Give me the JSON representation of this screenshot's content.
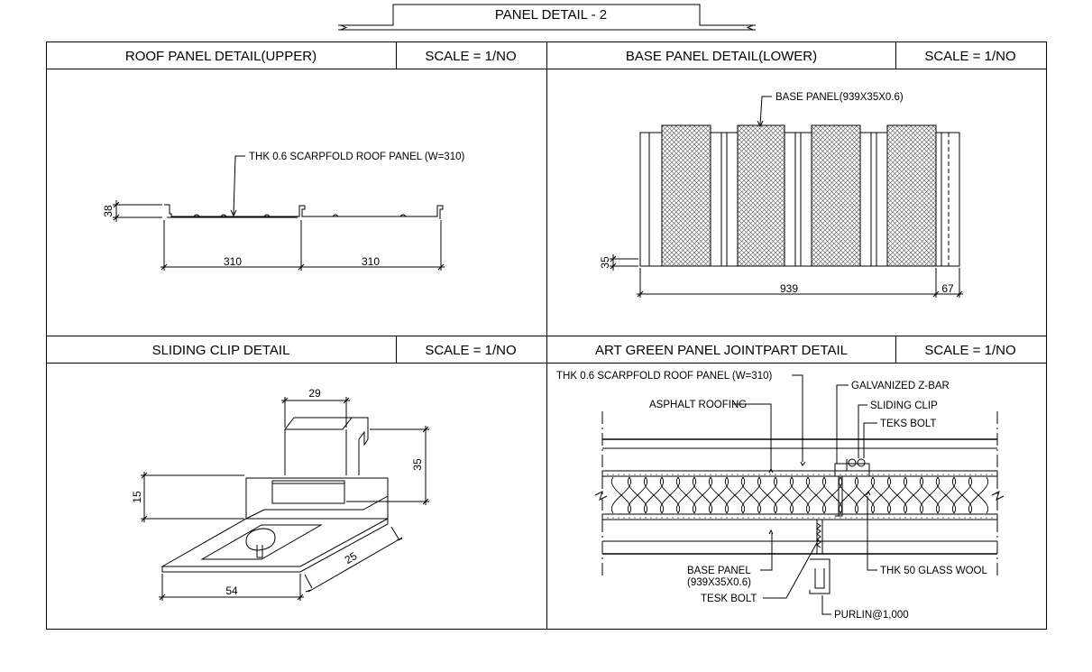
{
  "sheet_title": "PANEL DETAIL - 2",
  "panels": [
    {
      "title": "ROOF PANEL DETAIL(UPPER)",
      "scale": "SCALE = 1/NO"
    },
    {
      "title": "BASE PANEL DETAIL(LOWER)",
      "scale": "SCALE = 1/NO"
    },
    {
      "title": "SLIDING CLIP DETAIL",
      "scale": "SCALE = 1/NO"
    },
    {
      "title": "ART GREEN PANEL JOINTPART DETAIL",
      "scale": "SCALE = 1/NO"
    }
  ],
  "roof_panel": {
    "callout": "THK 0.6 SCARPFOLD ROOF PANEL (W=310)",
    "dim_height": "38",
    "dim_width_1": "310",
    "dim_width_2": "310"
  },
  "base_panel": {
    "callout": "BASE PANEL(939X35X0.6)",
    "dim_height": "35",
    "dim_width": "939",
    "dim_overlap": "67"
  },
  "sliding_clip": {
    "dim_top": "29",
    "dim_right": "35",
    "dim_left": "15",
    "dim_bottom": "54",
    "dim_diag": "25"
  },
  "joint_detail": {
    "roof_panel": "THK 0.6 SCARPFOLD ROOF PANEL (W=310)",
    "asphalt": "ASPHALT ROOFING",
    "zbar": "GALVANIZED Z-BAR",
    "clip": "SLIDING CLIP",
    "teks": "TEKS BOLT",
    "base_panel_1": "BASE PANEL",
    "base_panel_2": "(939X35X0.6)",
    "tesk_bolt": "TESK BOLT",
    "glass_wool": "THK 50 GLASS WOOL",
    "purlin": "PURLIN@1,000"
  }
}
